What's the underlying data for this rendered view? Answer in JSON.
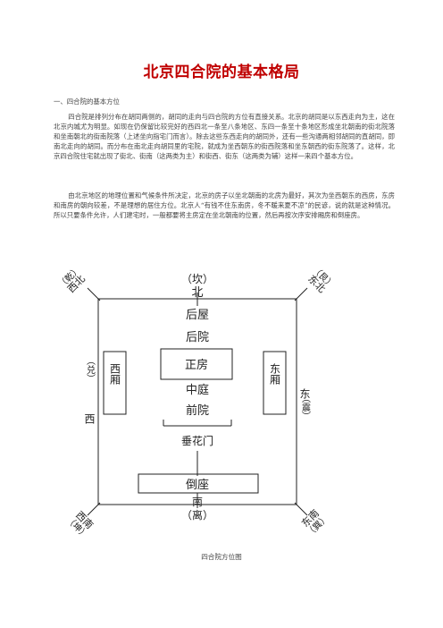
{
  "doc": {
    "title": "北京四合院的基本格局",
    "section": "一、四合院的基本方位",
    "paragraphs": [
      "四合院是排列分布在胡同两侧的，胡同的走向与四合院的方位有直接关系。北京的胡同是以东西走向为主，这在北京内城尤为明显。如现在仍保留比较完好的西四北一条至八条地区、东四一条至十条地区形成坐北朝南的街北院落和坐南朝北的街南院落（上述坐向指宅门而言）。除去这些东西走向的胡同外，还有一些沟通两相邻胡同的直胡同，即南北走向的胡同。而分布在南北走向胡同里的宅院，就成为坐西朝东的街西院落和坐东朝西的街东院落了。这样，北京四合院住宅就出现了街北、街南（这两类为主）和街西、街东（这两类为辅）这样一来四个基本方位。",
      "由北京地区的地理位置和气候条件所决定，北京的房子以坐北朝南的北房为最好，其次为坐西朝东的西房，东房和南房的朝向较差，不是理想的居住方位。北京人“有钱不住东南房，冬不暖来夏不凉”的民谚，说的就是这种情况。所以只要条件允许，人们建宅时，一般都要将主房定在坐北朝南的位置，然后再按次序安排厢房和倒座房。"
    ],
    "caption": "四合院方位图"
  },
  "plan": {
    "rooms": {
      "houwu": "后屋",
      "houyuan": "后院",
      "zhengfang": "正房",
      "zhongting": "中庭",
      "qianyuan": "前院",
      "chuihuamen": "垂花门",
      "daozuo": "倒座",
      "xixiang": "西厢",
      "dongxiang": "东厢"
    },
    "directions": {
      "north_paren": "（坎）",
      "north": "北",
      "south": "南",
      "south_paren": "（离）",
      "east": "东",
      "east_paren": "（震）",
      "west_paren": "（兑）",
      "west": "西",
      "nw": "西北",
      "nw_paren": "（乾）",
      "ne": "东北",
      "ne_paren": "（艮）",
      "sw": "西南",
      "sw_paren": "（坤）",
      "se": "东南",
      "se_paren": "（巽）"
    }
  }
}
